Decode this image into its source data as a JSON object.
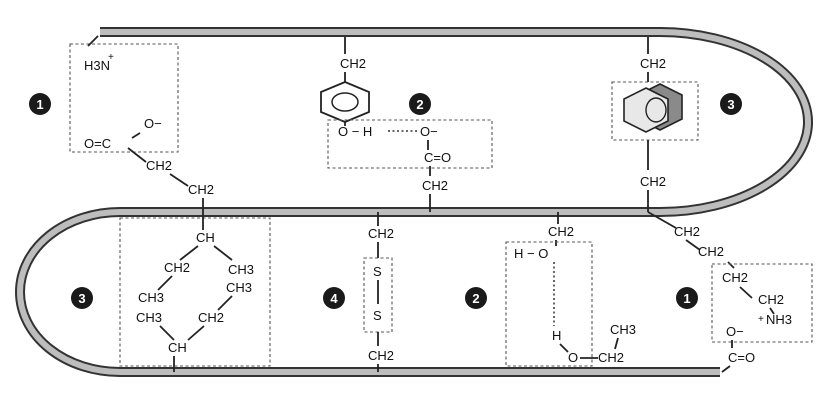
{
  "groups": {
    "ion_left": {
      "nh3": "H3N",
      "plus": "+",
      "o_minus": "O−",
      "oc": "O=C",
      "ch2_a": "CH2",
      "ch2_b": "CH2"
    },
    "hbond_top": {
      "ch2_top": "CH2",
      "oh": "O − H",
      "o_minus": "O−",
      "co": "C=O",
      "ch2_bottom": "CH2"
    },
    "aromatic": {
      "ch2_top": "CH2",
      "ch2_bottom": "CH2"
    },
    "hydrophobic": {
      "ch_top": "CH",
      "ch2_l": "CH2",
      "ch3_r": "CH3",
      "ch3_l": "CH3",
      "ch3_r2": "CH3",
      "ch3_l2": "CH3",
      "ch2_r2": "CH2",
      "ch_bottom": "CH"
    },
    "disulfide": {
      "ch2_top": "CH2",
      "s1": "S",
      "s2": "S",
      "ch2_bottom": "CH2"
    },
    "hbond_bottom": {
      "ch2_top": "CH2",
      "ho": "H − O",
      "h": "H",
      "o": "O",
      "ch2": "CH2",
      "ch3": "CH3"
    },
    "ion_right": {
      "ch2_a": "CH2",
      "ch2_b": "CH2",
      "ch2_c": "CH2",
      "nh3": "NH3",
      "plus": "+",
      "o_minus": "O−",
      "co": "C=O"
    }
  },
  "badges": [
    "1",
    "2",
    "3",
    "3",
    "4",
    "2",
    "1"
  ]
}
